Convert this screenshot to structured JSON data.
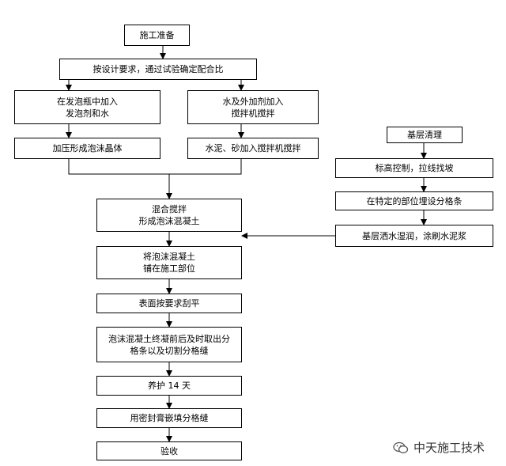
{
  "steps": {
    "prep": "施工准备",
    "mix_ratio": "按设计要求，通过试验确定配合比",
    "foaming": "在发泡瓶中加入\n发泡剂和水",
    "additive": "水及外加剂加入\n搅拌机搅拌",
    "pressure": "加压形成泡沫晶体",
    "cement": "水泥、砂加入搅拌机搅拌",
    "mix": "混合搅拌\n形成泡沫混凝土",
    "spread": "将泡沫混凝土\n铺在施工部位",
    "level": "表面按要求刮平",
    "joints": "泡沫混凝土终凝前后及时取出分\n格条以及切割分格缝",
    "cure": "养护 14 天",
    "seal": "用密封膏嵌填分格缝",
    "accept": "验收"
  },
  "base_steps": {
    "clean": "基层清理",
    "elevation": "标高控制，拉线找坡",
    "strips": "在特定的部位埋设分格条",
    "wet": "基层洒水湿润，涂刷水泥浆"
  },
  "watermark": {
    "text": "中天施工技术",
    "icon": "wechat-icon"
  }
}
